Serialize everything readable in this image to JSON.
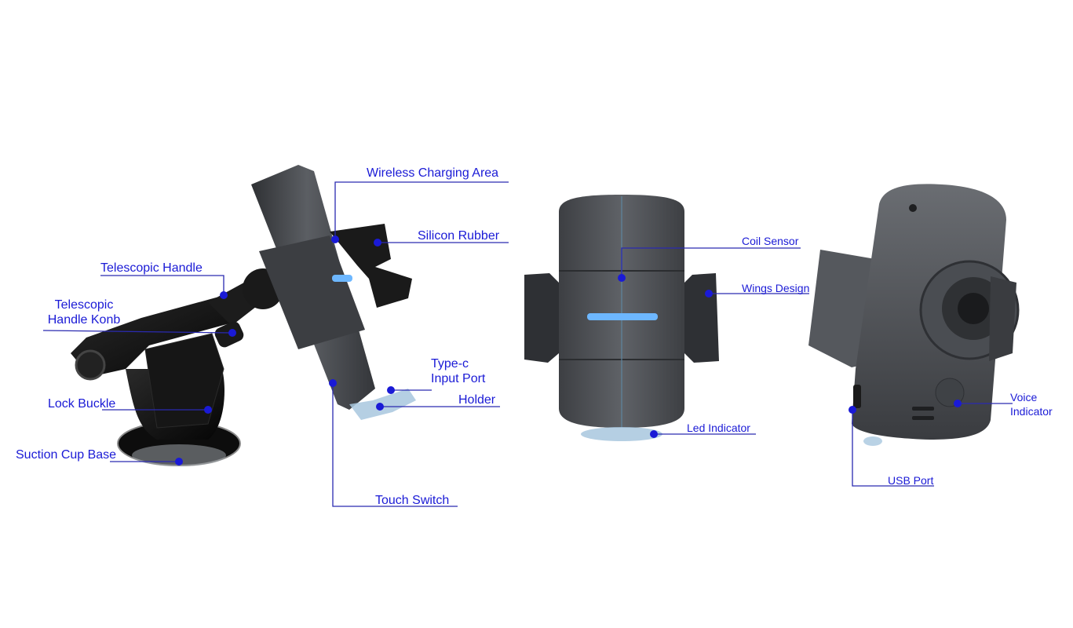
{
  "palette": {
    "label_color": "#1a1ad6",
    "leader_color": "#2a2ab0",
    "device_dark": "#3a3c40",
    "device_mid": "#55585d",
    "device_light": "#7a7d83",
    "mount_black": "#121212",
    "led_blue": "#6db7ff"
  },
  "views": {
    "left": {
      "labels": {
        "wireless_charging_area": "Wireless Charging Area",
        "silicon_rubber": "Silicon Rubber",
        "telescopic_handle": "Telescopic Handle",
        "telescopic_handle_konb_1": "Telescopic",
        "telescopic_handle_konb_2": "Handle Konb",
        "type_c_input_port_1": "Type-c",
        "type_c_input_port_2": "Input Port",
        "holder": "Holder",
        "lock_buckle": "Lock Buckle",
        "suction_cup_base": "Suction Cup Base",
        "touch_switch": "Touch Switch"
      }
    },
    "front": {
      "labels": {
        "coil_sensor": "Coil Sensor",
        "wings_design": "Wings Design",
        "led_indicator": "Led Indicator"
      }
    },
    "back": {
      "labels": {
        "voice_indicator_1": "Voice",
        "voice_indicator_2": "Indicator",
        "usb_port": "USB Port"
      }
    }
  }
}
